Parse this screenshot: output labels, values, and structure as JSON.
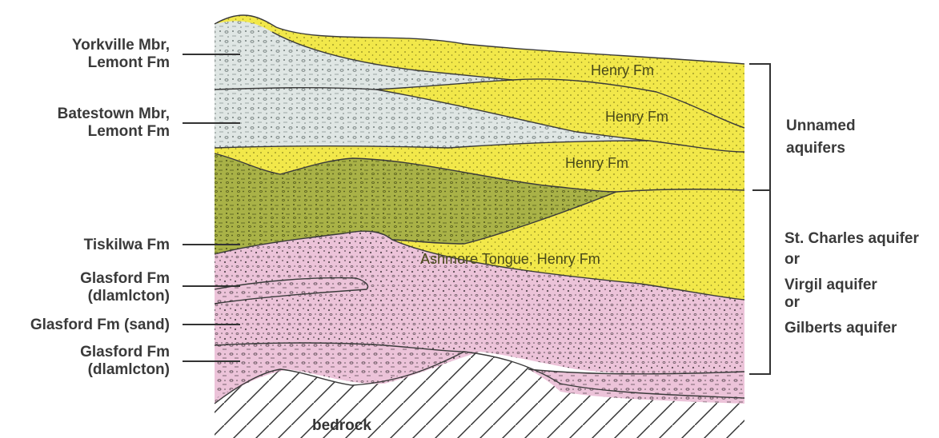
{
  "left_labels": {
    "yorkville": [
      "Yorkville Mbr,",
      "Lemont Fm"
    ],
    "batestown": [
      "Batestown Mbr,",
      "Lemont Fm"
    ],
    "tiskilwa": "Tiskilwa Fm",
    "glasford_diamicton_upper": [
      "Glasford Fm",
      "(dlamlcton)"
    ],
    "glasford_sand": "Glasford Fm (sand)",
    "glasford_diamicton_lower": [
      "Glasford Fm",
      "(dlamlcton)"
    ]
  },
  "unit_labels": {
    "henry_1": "Henry Fm",
    "henry_2": "Henry Fm",
    "henry_3": "Henry Fm",
    "ashmore": "Ashmore Tongue, Henry Fm",
    "bedrock": "bedrock"
  },
  "right_labels": {
    "unnamed": [
      "Unnamed",
      "aquifers"
    ],
    "lower": [
      "St. Charles aquifer",
      "or",
      "Virgil aquifer",
      "or",
      "Gilberts aquifer"
    ]
  },
  "colors": {
    "henry": "#f2e84a",
    "lemont": "#dfe6e4",
    "tiskilwa": "#a9b247",
    "glasford": "#ecc3d9",
    "bedrock_hatch": "#333333",
    "text": "#3a3a3a"
  }
}
